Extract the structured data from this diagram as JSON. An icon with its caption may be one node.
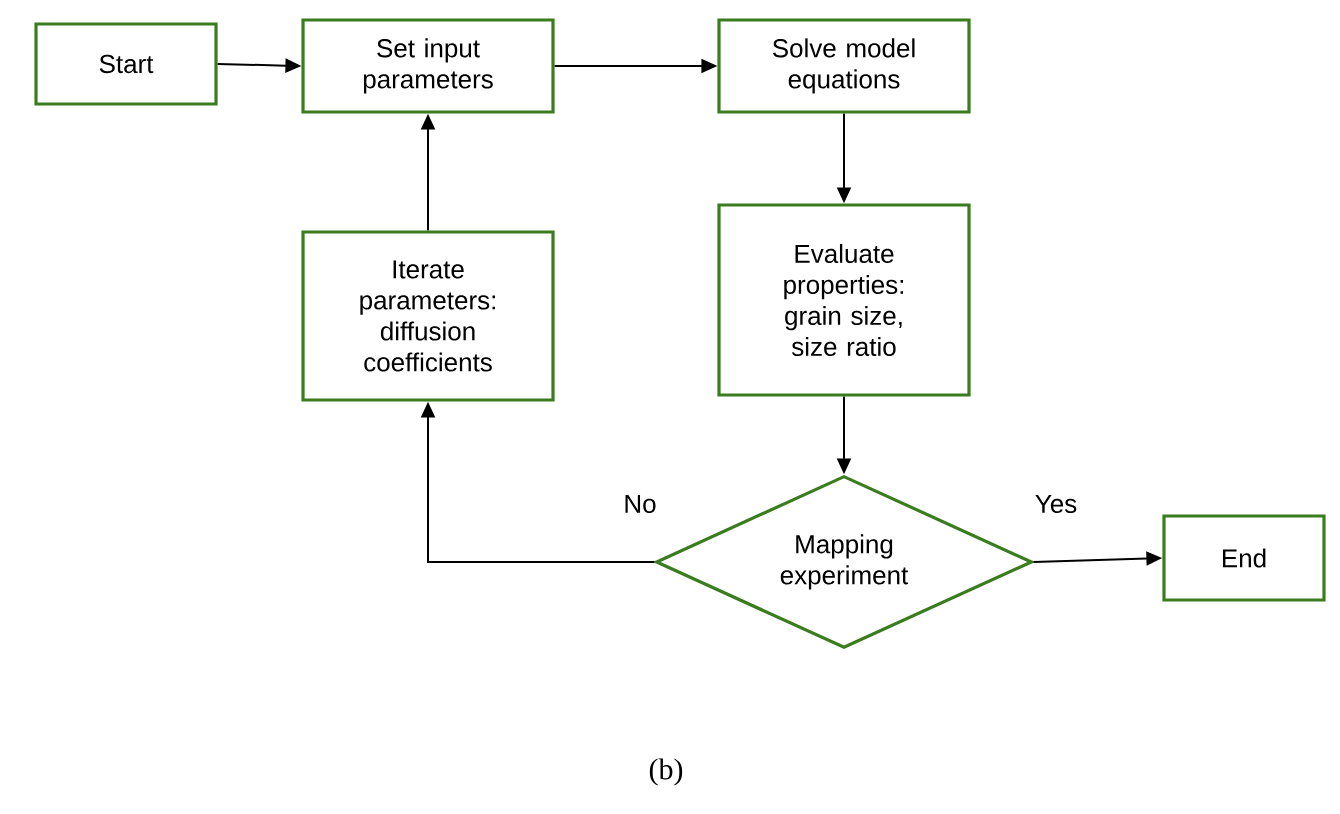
{
  "diagram": {
    "caption": "(b)",
    "nodes": [
      {
        "text": [
          "Start"
        ]
      },
      {
        "text": [
          "Set input parameters"
        ]
      },
      {
        "text": [
          "Solve model equations"
        ]
      },
      {
        "text": [
          "Evaluate properties: grain size, size ratio"
        ]
      },
      {
        "text": [
          "Iterate parameters: diffusion coefficients"
        ]
      },
      {
        "text": [
          "Mapping experiment"
        ]
      },
      {
        "text": [
          "End"
        ]
      }
    ],
    "edges": [
      {
        "from": 0,
        "to": 1,
        "arrow": "to"
      },
      {
        "from": 1,
        "to": 2,
        "arrow": "to"
      },
      {
        "from": 2,
        "to": 3,
        "arrow": "to"
      },
      {
        "from": 3,
        "to": 5,
        "arrow": "to"
      },
      {
        "from": 5,
        "to": 6,
        "label": "Yes",
        "arrow": "to"
      },
      {
        "from": 5,
        "to": 4,
        "label": "No",
        "arrow": "to"
      },
      {
        "from": 4,
        "to": 1,
        "arrow": "to"
      }
    ]
  }
}
